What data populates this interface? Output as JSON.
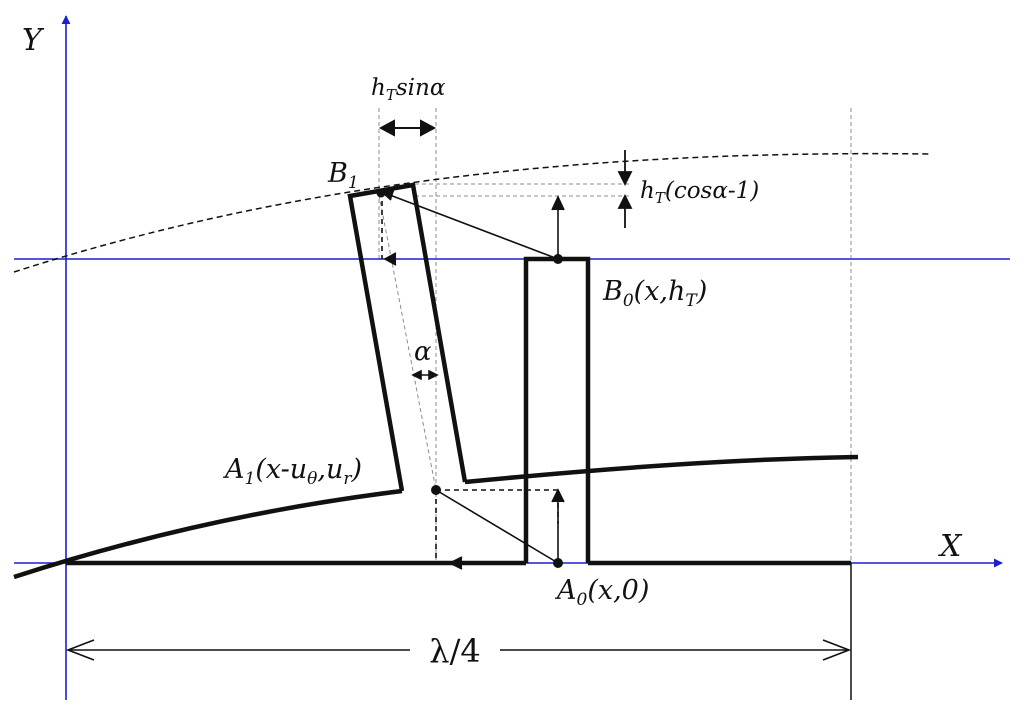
{
  "axes": {
    "y_label": "Y",
    "x_label": "X"
  },
  "labels": {
    "b1": "B",
    "b1_sub": "1",
    "b0_pre": "B",
    "b0_sub": "0",
    "b0_args_pre": "(x,h",
    "b0_args_sub": "T",
    "b0_args_post": ")",
    "a1_pre": "A",
    "a1_sub": "1",
    "a1_args_pre": "(x-u",
    "a1_args_sub1": "θ",
    "a1_args_mid": ",u",
    "a1_args_sub2": "r",
    "a1_args_post": ")",
    "a0_pre": "A",
    "a0_sub": "0",
    "a0_args": "(x,0)",
    "hsin_pre": "h",
    "hsin_sub": "T",
    "hsin_post": "sinα",
    "hcos_pre": "h",
    "hcos_sub": "T",
    "hcos_post": "(cosα-1)",
    "alpha": "α",
    "lambda": "λ/4"
  },
  "colors": {
    "axis": "#1e1ed2",
    "ink": "#111111",
    "guide": "#8c8c8c"
  }
}
